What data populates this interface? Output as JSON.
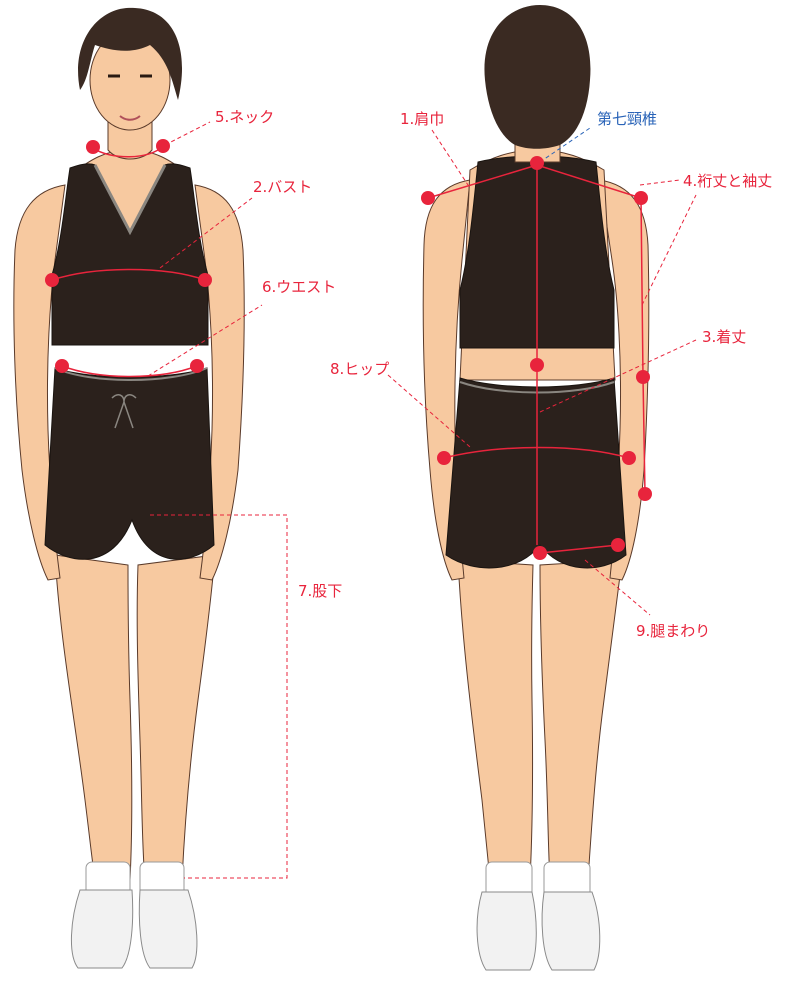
{
  "colors": {
    "measure": "#e8243c",
    "reference": "#2a64b8",
    "skin": "#f7c9a0",
    "skin_shadow": "#e3a57a",
    "garment": "#2b211c",
    "garment_trim": "#8a8680",
    "hair": "#3a2a22",
    "shoe": "#f2f2f2"
  },
  "labels": {
    "neck": "5.ネック",
    "bust": "2.バスト",
    "waist": "6.ウエスト",
    "inseam": "7.股下",
    "shoulder": "1.肩巾",
    "c7": "第七頸椎",
    "sleeve": "4.裄丈と袖丈",
    "length": "3.着丈",
    "hip": "8.ヒップ",
    "thigh": "9.腿まわり"
  }
}
